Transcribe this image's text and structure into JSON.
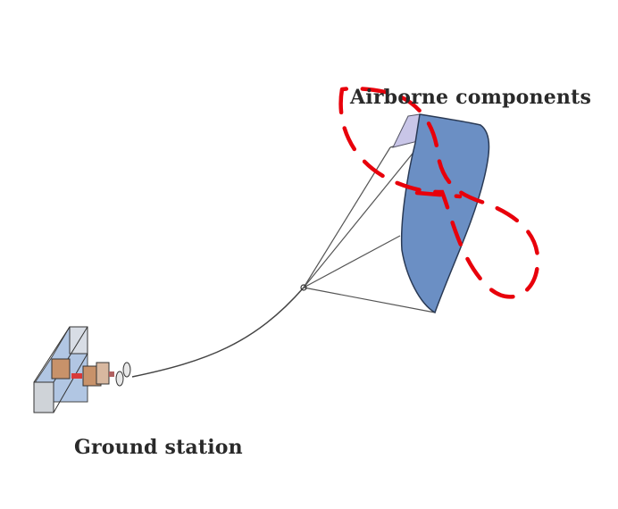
{
  "diagram": {
    "type": "airborne wind energy system schematic",
    "labels": {
      "airborne": "Airborne components",
      "ground": "Ground station"
    },
    "elements": [
      {
        "name": "kite-wing",
        "color": "#6b8fc4"
      },
      {
        "name": "kite-wingtip",
        "color": "#c9c6e8"
      },
      {
        "name": "bridle-lines",
        "color": "#555555"
      },
      {
        "name": "tether",
        "color": "#444444"
      },
      {
        "name": "ground-station-drum-frame",
        "color": "#a9c0e0"
      },
      {
        "name": "ground-station-generator",
        "color": "#c8926a"
      },
      {
        "name": "annotation-dashed-figure-eight",
        "color": "#e8000b"
      }
    ]
  }
}
